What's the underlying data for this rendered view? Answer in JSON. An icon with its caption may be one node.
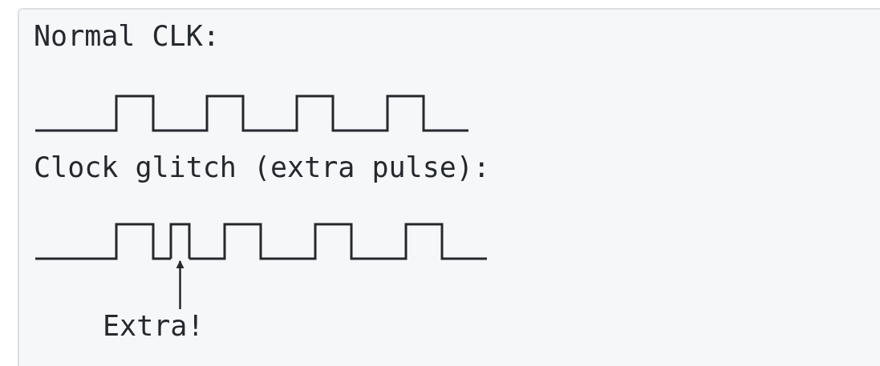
{
  "diagram": {
    "nodes": [
      {
        "text": [
          "Extra!"
        ]
      },
      {
        "text": [],
        "shape": "picture"
      }
    ],
    "edges": [
      {
        "from": 0,
        "to": 1,
        "arrow": "to"
      }
    ],
    "labels": [
      "Normal CLK:",
      "Clock glitch (extra pulse):"
    ]
  }
}
